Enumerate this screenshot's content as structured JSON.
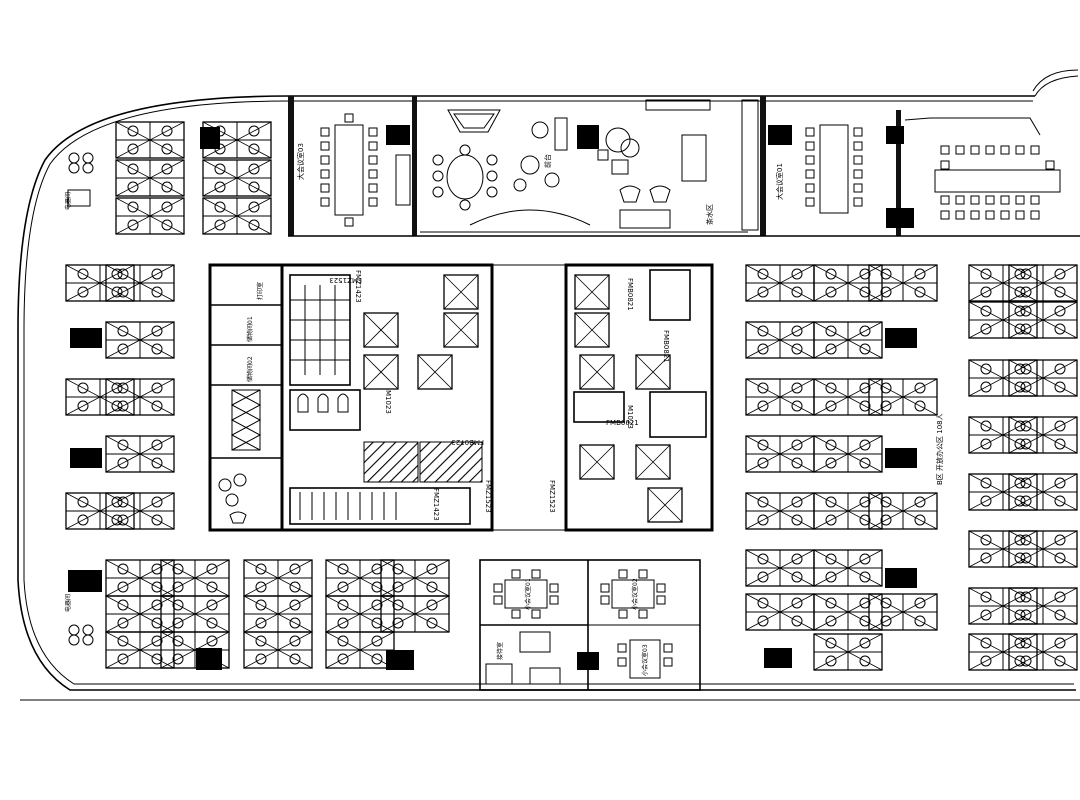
{
  "plan": {
    "labels": {
      "conf_room_large_left": "大会议室03",
      "conf_room_large_right": "大会议室01",
      "reception": "前台",
      "tea_area": "茶水区",
      "open_office_b": "B区 开放办公区 108人",
      "small_conf_1": "小会议室01",
      "small_conf_2": "小会议室02",
      "small_conf_3": "小会议室03",
      "reception_room": "接待室",
      "storage_1": "储物间01",
      "storage_2": "储物间02",
      "print_room": "打印室",
      "electric_room_top": "电器间",
      "electric_room_bottom": "电器间",
      "door_fm_top_left": "FMZ1523",
      "door_fm_mid_left": "FMZ1423",
      "door_fm_bottom_left": "FMZ1423",
      "door_fm_center_left": "FMZ1523",
      "door_fm_center_right": "FMZ1523",
      "door_fmb_left": "FMB0723",
      "door_fmb_right_top": "FMB0821",
      "door_fmb_right_mid": "FMB0821",
      "door_fmb_right_low": "FMB0621",
      "door_m_left": "M1023",
      "door_m_right": "M1023"
    }
  }
}
